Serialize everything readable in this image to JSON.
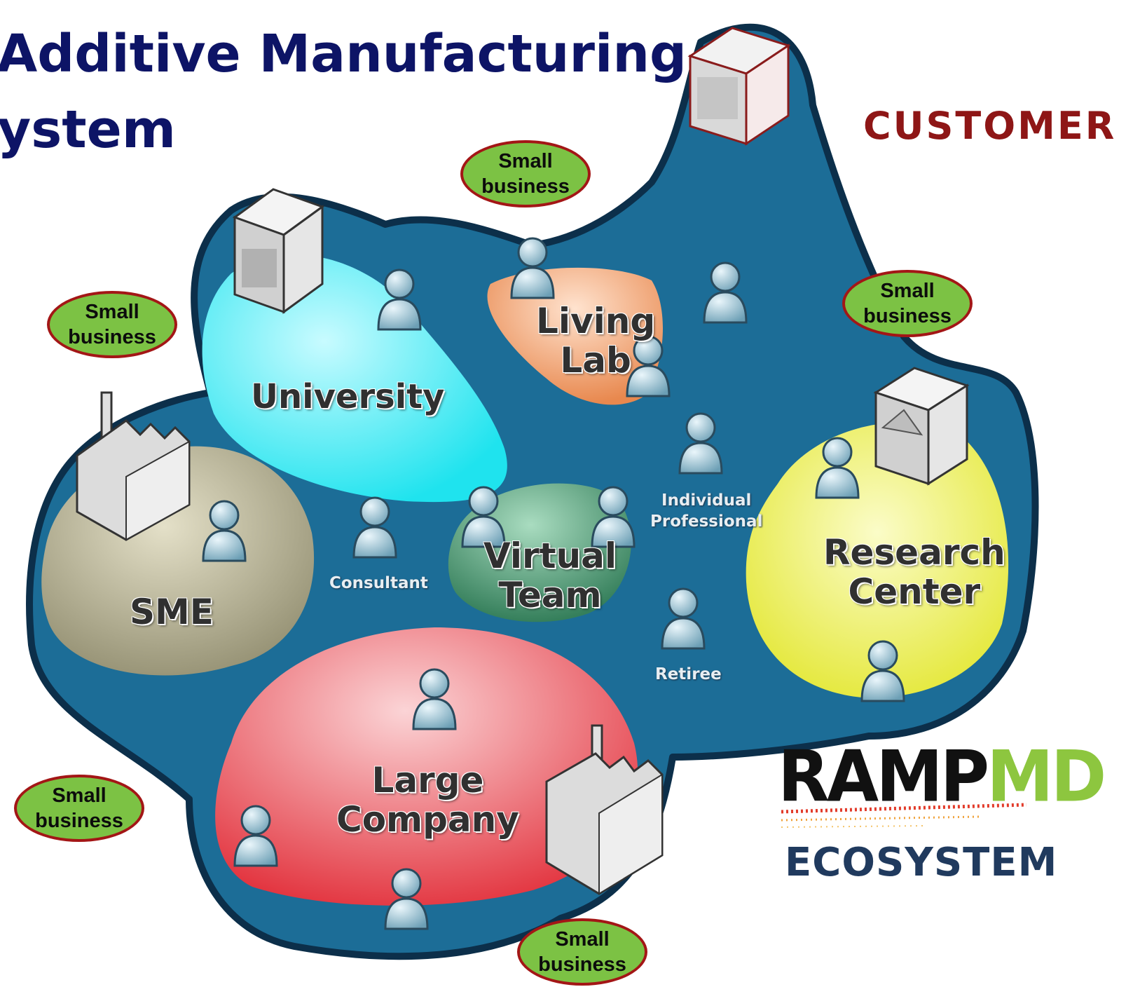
{
  "title": {
    "line1": "Additive Manufacturing",
    "line2": "ystem"
  },
  "customer_label": "CUSTOMER",
  "brand": {
    "part1": "RAMP",
    "part2": "MD",
    "subtitle": "ECOSYSTEM"
  },
  "regions": {
    "university": "University",
    "living_lab": "Living\nLab",
    "sme": "SME",
    "virtual_team": "Virtual\nTeam",
    "research_center": "Research\nCenter",
    "large_company": "Large\nCompany"
  },
  "roles": {
    "consultant": "Consultant",
    "individual_professional": "Individual\nProfessional",
    "retiree": "Retiree"
  },
  "small_business_bubbles": [
    "Small\nbusiness",
    "Small\nbusiness",
    "Small\nbusiness",
    "Small\nbusiness",
    "Small\nbusiness"
  ],
  "colors": {
    "title": "#0d1466",
    "ecosystem_body": "#1c6d97",
    "university": "#2ee8f2",
    "living_lab": "#e8905a",
    "sme": "#9c9779",
    "virtual_team": "#3e8f6a",
    "research_center": "#e6ea3a",
    "large_company": "#e5333f",
    "bubble_fill": "#7cc244",
    "bubble_border": "#a31616",
    "customer": "#8e1616",
    "brand_dark": "#111111",
    "brand_green": "#8dc63f"
  },
  "icons": [
    "person-icon",
    "office-building-icon",
    "factory-icon",
    "bank-building-icon"
  ]
}
